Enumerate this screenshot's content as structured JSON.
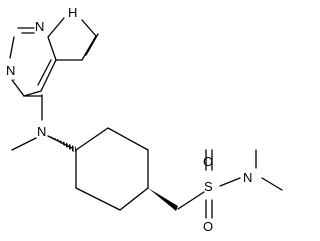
{
  "structure": {
    "atom_labels": {
      "n1": "N",
      "n3": "N",
      "nh": "H",
      "n_amine": "N",
      "s": "S",
      "o1": "O",
      "o2": "O",
      "n_sulfonamide": "N"
    }
  }
}
